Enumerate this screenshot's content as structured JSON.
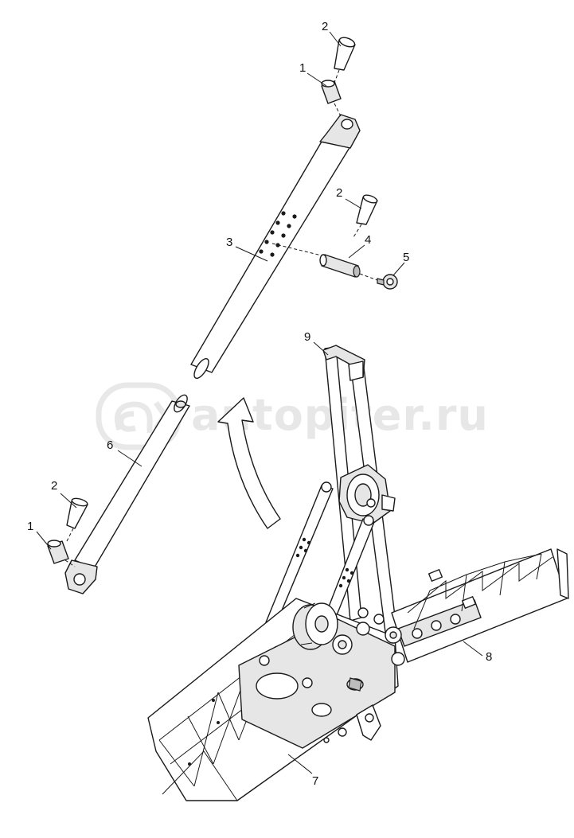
{
  "watermark": {
    "text": "autopiter.ru"
  },
  "callouts": [
    {
      "id": "c1-top",
      "label": "1"
    },
    {
      "id": "c2-top",
      "label": "2"
    },
    {
      "id": "c2-mid",
      "label": "2"
    },
    {
      "id": "c3",
      "label": "3"
    },
    {
      "id": "c4",
      "label": "4"
    },
    {
      "id": "c5",
      "label": "5"
    },
    {
      "id": "c9",
      "label": "9"
    },
    {
      "id": "c6",
      "label": "6"
    },
    {
      "id": "c2-low",
      "label": "2"
    },
    {
      "id": "c1-low",
      "label": "1"
    },
    {
      "id": "c8",
      "label": "8"
    },
    {
      "id": "c7",
      "label": "7"
    }
  ]
}
